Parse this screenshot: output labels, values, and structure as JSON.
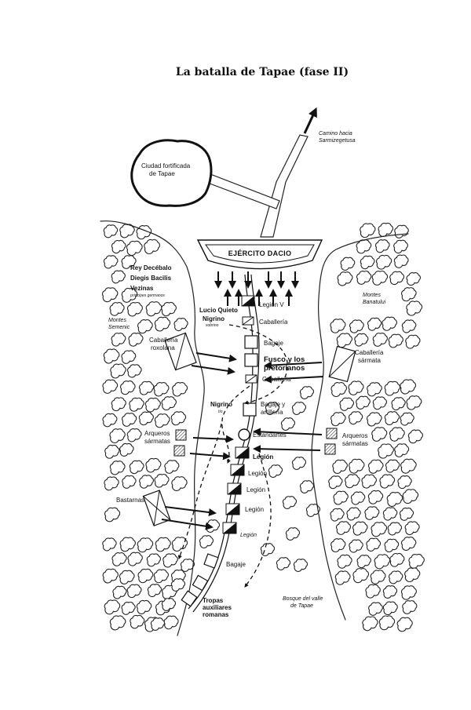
{
  "title": "La batalla de Tapae (fase II)",
  "labels": {
    "camino_1": "Camino hacia",
    "camino_2": "Sarmizegetusa",
    "ciudad_1": "Ciudad fortificada",
    "ciudad_2": "de Tapae",
    "ejercito": "EJÉRCITO DACIO",
    "rey": "Rey Decébalo",
    "diegis": "Diegis Bacilis",
    "vezinas": "Vezinas",
    "principes": "príncipes germanos",
    "montes_ser_1": "Montes",
    "montes_ser_2": "Semenic",
    "montes_ban_1": "Montes",
    "montes_ban_2": "Banatului",
    "lucio_1": "Lucio Quieto",
    "lucio_2": "Nigrino",
    "sobrino": "sobrino",
    "legion_v": "Legión V",
    "caballeria_1": "Caballería",
    "bagaje_1": "Bagaje",
    "cab_rox_1": "Caballería",
    "cab_rox_2": "roxolana",
    "fusco_1": "Fusco y los",
    "fusco_2": "pretorianos",
    "cab_sar_1": "Caballería",
    "cab_sar_2": "sármata",
    "caballeria_2": "Caballería",
    "nigrino": "Nigrino",
    "tio": "tío",
    "bagaje_art_1": "Bagaje y",
    "bagaje_art_2": "artillería",
    "estandartes": "Estandartes",
    "arq_left_1": "Arqueros",
    "arq_left_2": "sármatas",
    "arq_right_1": "Arqueros",
    "arq_right_2": "sármatas",
    "legion_1": "Legión",
    "legion_2": "Legión",
    "legion_3": "Legión",
    "legion_4": "Legión",
    "legion_5": "Legión",
    "bastarnas": "Bastarnas",
    "bagaje_2": "Bagaje",
    "bosque_1": "Bosque del valle",
    "bosque_2": "de Tapae",
    "tropas_1": "Tropas",
    "tropas_2": "auxiliares",
    "tropas_3": "romanas"
  }
}
